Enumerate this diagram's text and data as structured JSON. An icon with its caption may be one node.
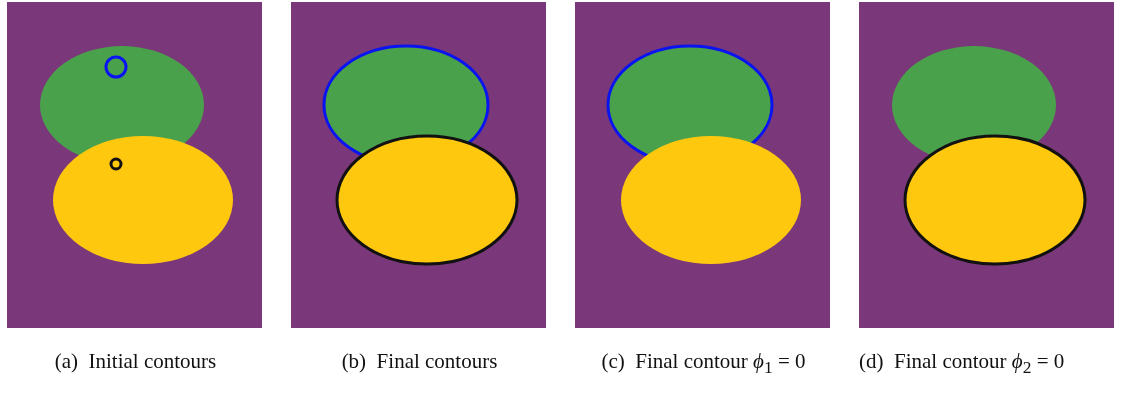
{
  "diagram": {
    "labels": [
      "(a)  Initial contours",
      "(b)  Final contours",
      "(c)  Final contour *ϕ*$_{1}$ = 0",
      "(d)  Final contour *ϕ*$_{2}$ = 0"
    ]
  }
}
